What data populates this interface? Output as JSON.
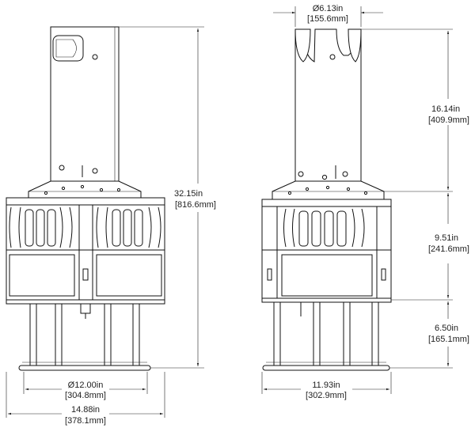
{
  "front_view": {
    "overall_height": {
      "inch": "32.15in",
      "mm": "[816.6mm]"
    },
    "bowl_diameter": {
      "inch": "Ø12.00in",
      "mm": "[304.8mm]"
    },
    "overall_width": {
      "inch": "14.88in",
      "mm": "[378.1mm]"
    }
  },
  "side_view": {
    "pipe_diameter": {
      "inch": "Ø6.13in",
      "mm": "[155.6mm]"
    },
    "stack_height": {
      "inch": "16.14in",
      "mm": "[409.9mm]"
    },
    "housing_height": {
      "inch": "9.51in",
      "mm": "[241.6mm]"
    },
    "base_height": {
      "inch": "6.50in",
      "mm": "[165.1mm]"
    },
    "width": {
      "inch": "11.93in",
      "mm": "[302.9mm]"
    }
  }
}
